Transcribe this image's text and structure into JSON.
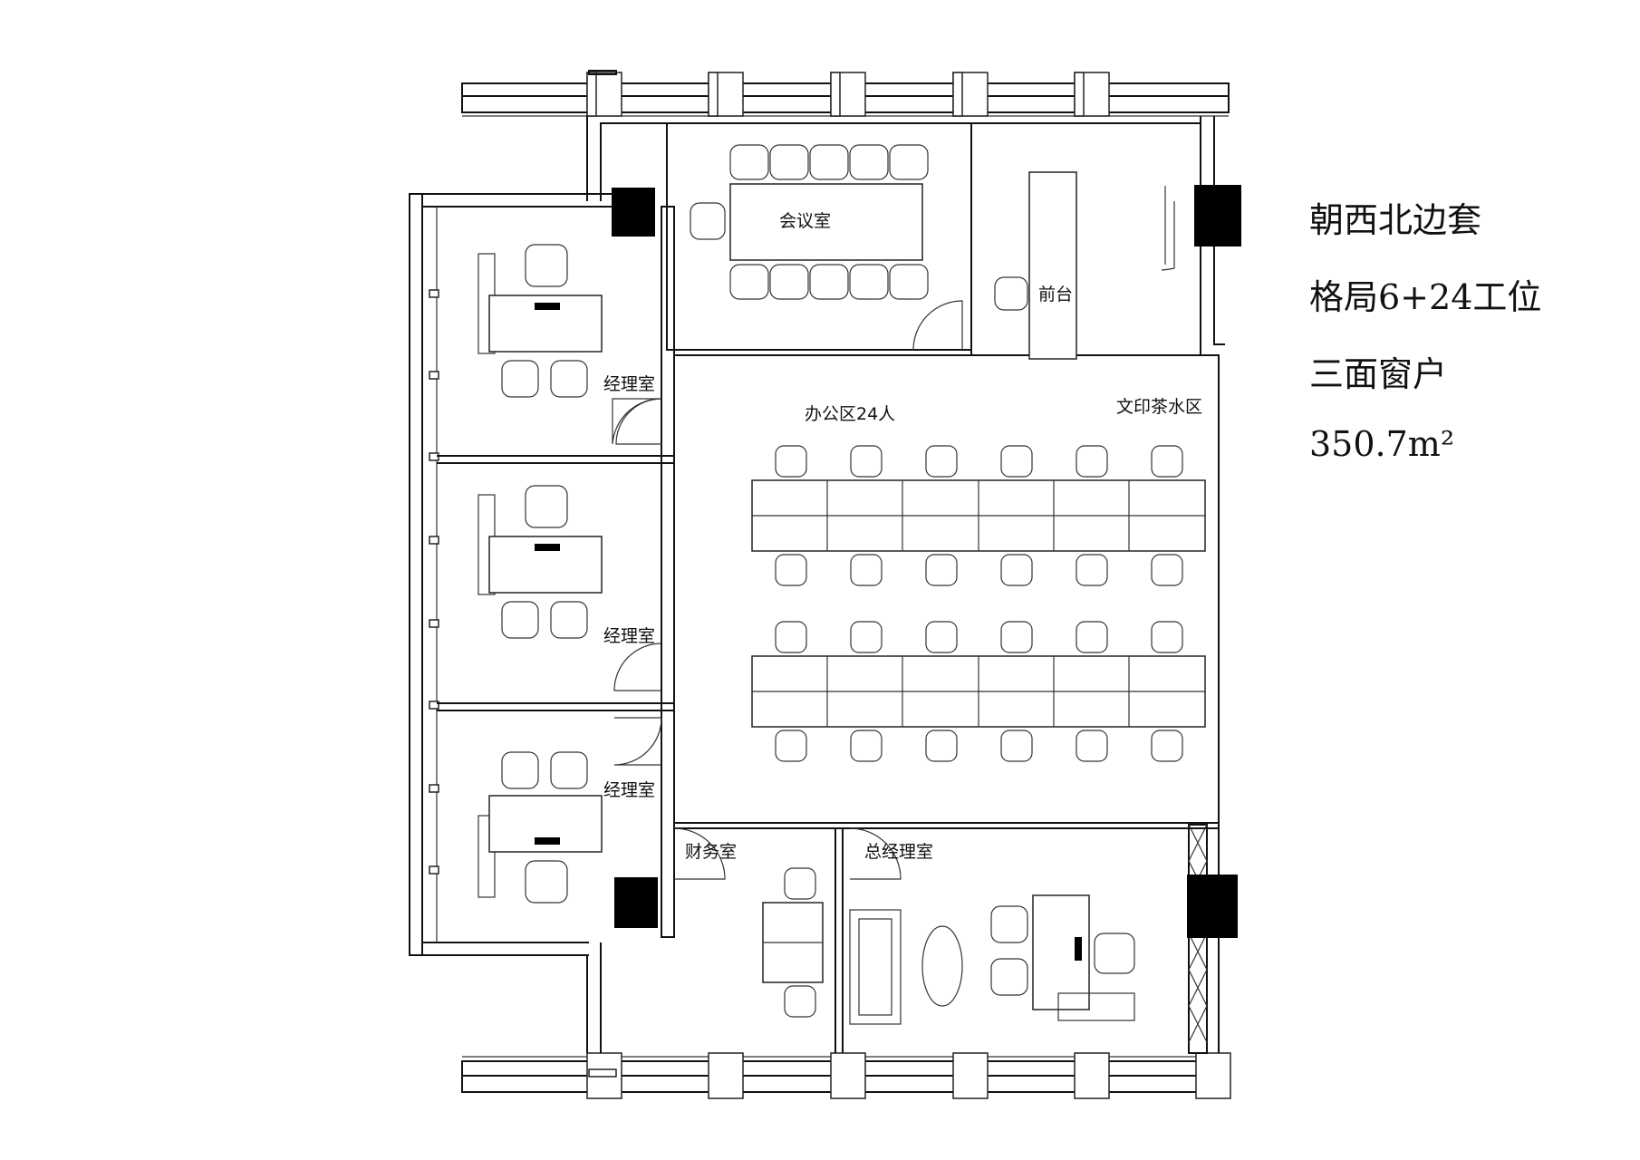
{
  "info": {
    "orientation": "朝西北边套",
    "layout": "格局6+24工位",
    "windows": "三面窗户",
    "area": "350.7m²"
  },
  "rooms": {
    "meeting": "会议室",
    "reception": "前台",
    "office_area": "办公区24人",
    "print_tea": "文印茶水区",
    "manager_1": "经理室",
    "manager_2": "经理室",
    "manager_3": "经理室",
    "finance": "财务室",
    "general_manager": "总经理室"
  }
}
